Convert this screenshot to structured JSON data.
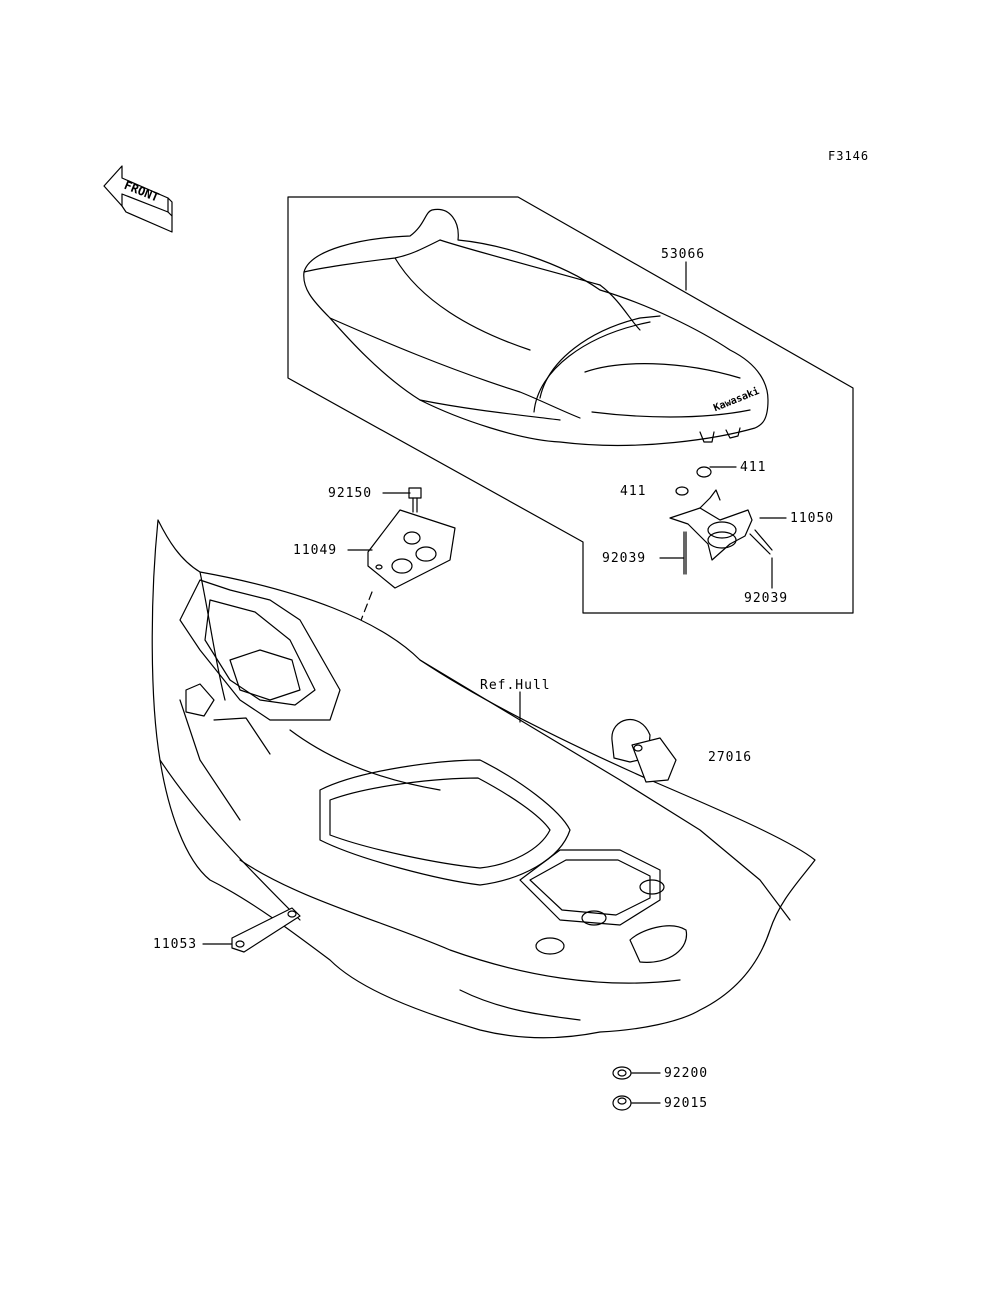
{
  "figure_code": "F3146",
  "front_arrow_label": "FRONT",
  "seat_logo": "Kawasaki",
  "reference_label": "Ref.Hull",
  "parts": [
    {
      "id": "p53066",
      "number": "53066"
    },
    {
      "id": "p411a",
      "number": "411"
    },
    {
      "id": "p411b",
      "number": "411"
    },
    {
      "id": "p11050",
      "number": "11050"
    },
    {
      "id": "p92039a",
      "number": "92039"
    },
    {
      "id": "p92039b",
      "number": "92039"
    },
    {
      "id": "p92150",
      "number": "92150"
    },
    {
      "id": "p11049",
      "number": "11049"
    },
    {
      "id": "p27016",
      "number": "27016"
    },
    {
      "id": "p11053",
      "number": "11053"
    },
    {
      "id": "p92200",
      "number": "92200"
    },
    {
      "id": "p92015",
      "number": "92015"
    }
  ]
}
